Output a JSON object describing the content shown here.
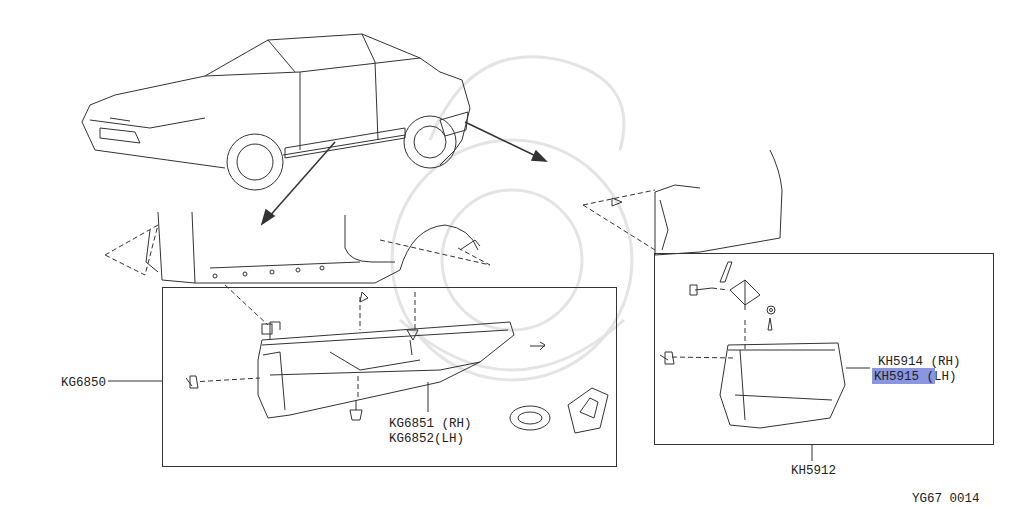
{
  "diagram": {
    "nodes": [
      {
        "text": [
          "KG6850",
          "KG6851 (RH)",
          "KG6852(LH)"
        ]
      },
      {
        "text": [
          "KH5914 (RH)",
          "KH5915 (LH)",
          "KH5912"
        ]
      }
    ],
    "labels": [
      "YG67 0014"
    ]
  }
}
